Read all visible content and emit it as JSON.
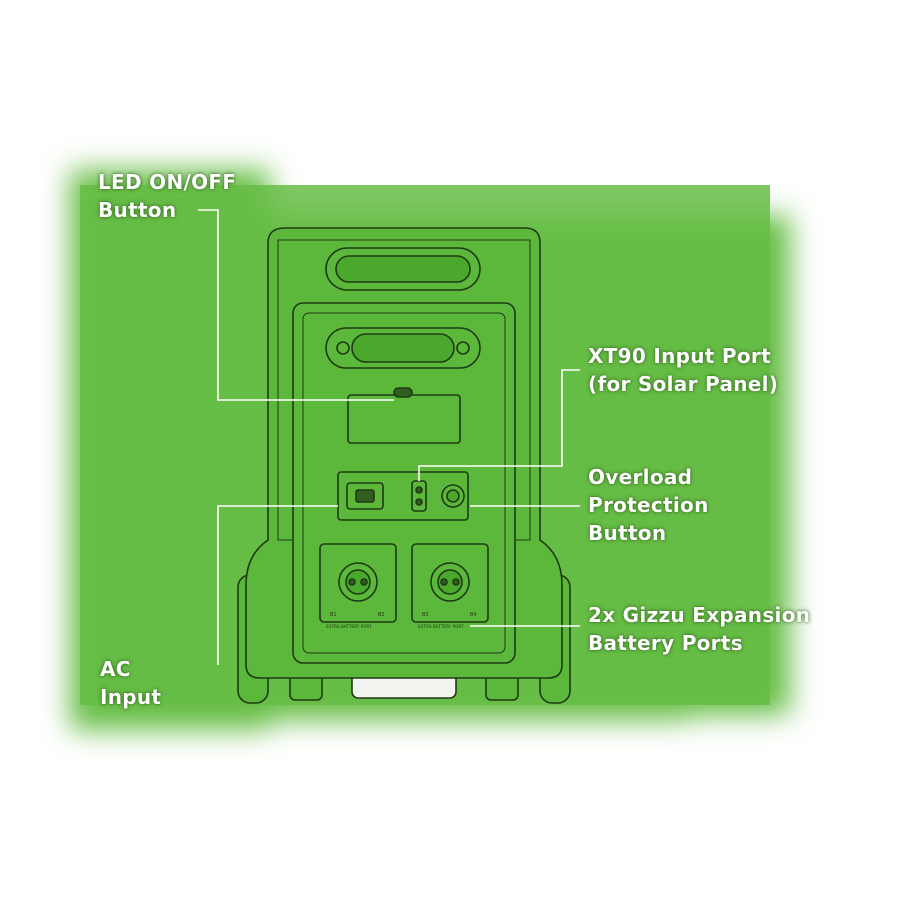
{
  "colors": {
    "background_green": "#66bd45",
    "device_green": "#5cb83a",
    "line_dark": "#1e3a14",
    "label_text": "#ffffff",
    "outer_background": "#ffffff"
  },
  "labels": {
    "led_button": [
      "LED ON/OFF",
      "Button"
    ],
    "xt90_port": [
      "XT90 Input Port",
      "(for Solar Panel)"
    ],
    "overload": [
      "Overload",
      "Protection",
      "Button"
    ],
    "expansion": [
      "2x Gizzu Expansion",
      "Battery Ports"
    ],
    "ac_input": [
      "AC",
      "Input"
    ]
  },
  "port_labels": {
    "left_port_pins": [
      "B1",
      "B2"
    ],
    "right_port_pins": [
      "B3",
      "B4"
    ],
    "left_port_caption": "EXTRA BATTERY PORT",
    "right_port_caption": "EXTRA BATTERY PORT"
  }
}
